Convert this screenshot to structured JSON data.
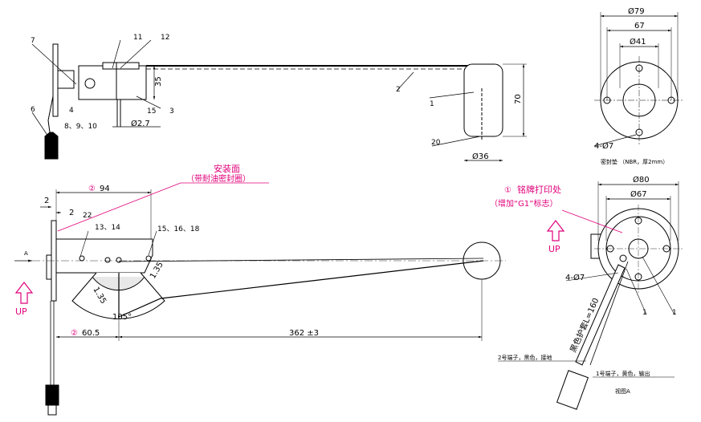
{
  "drawing": {
    "top_view": {
      "dim_dia_27": "Ø2.7",
      "dim_35": "35",
      "dim_70": "70",
      "dim_dia_36": "Ø36",
      "parts": [
        "7",
        "11",
        "12",
        "2",
        "1",
        "6",
        "4",
        "15",
        "3",
        "8、9、10",
        "20"
      ]
    },
    "flange_view": {
      "dim_dia_79": "Ø79",
      "dim_67": "67",
      "dim_dia_41": "Ø41",
      "dim_4_dia_7": "4-Ø7",
      "gasket_note": "密封垫 （NBR，厚2mm）"
    },
    "side_view": {
      "mounting_face": "安装面",
      "mounting_face_note": "（带耐油密封圈）",
      "dim_94": "94",
      "dim_2a": "2",
      "dim_2b": "2",
      "dim_22": "22",
      "parts_13_14": "13、14",
      "parts_15_18": "15、16、18",
      "dim_1_35a": "1.35",
      "dim_1_35b": "1.35",
      "angle_105": "105°",
      "dim_60_5": "60.5",
      "dim_362": "362 ±3",
      "view_marker": "A",
      "up_label": "UP",
      "circled_2a": "②",
      "circled_2b": "②"
    },
    "view_a": {
      "nameplate_note": "铭牌打印处",
      "nameplate_sub": "（增加“G1”标志）",
      "circled_1": "①",
      "dim_dia_80": "Ø80",
      "dim_dia_67": "Ø67",
      "dim_4_dia_7": "4-Ø7",
      "up_label": "UP",
      "sleeve_note": "黑色护套L=160",
      "terminal_2": "2号端子，黑色，接地",
      "terminal_1": "1号端子，黄色，输出",
      "view_label": "视图A",
      "part_1a": "1",
      "part_1b": "1"
    }
  }
}
